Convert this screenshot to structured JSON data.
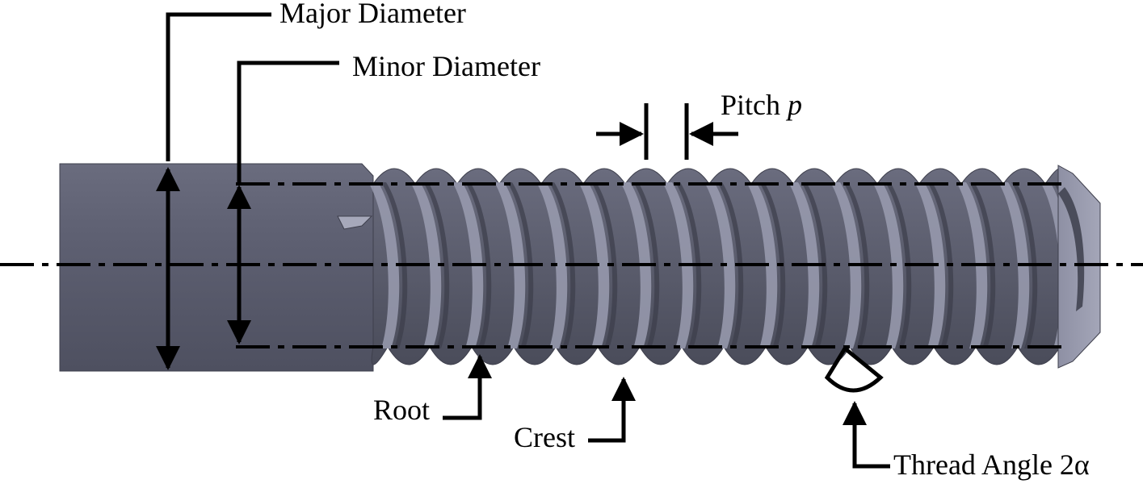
{
  "labels": {
    "major_diameter": "Major Diameter",
    "minor_diameter": "Minor Diameter",
    "pitch": "Pitch",
    "pitch_symbol": "p",
    "root": "Root",
    "crest": "Crest",
    "thread_angle": "Thread Angle 2α"
  },
  "colors": {
    "shank_body": "#5b5d6e",
    "shank_top": "#6c6e80",
    "thread_base": "#565868",
    "thread_highlight": "#9a9cb0",
    "thread_shadow": "#3c3d4a",
    "annotation": "#000000"
  }
}
